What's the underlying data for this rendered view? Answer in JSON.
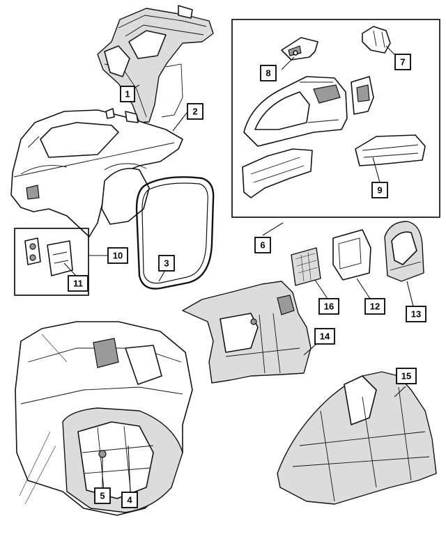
{
  "callouts": {
    "c1": "1",
    "c2": "2",
    "c3": "3",
    "c4": "4",
    "c5": "5",
    "c6": "6",
    "c7": "7",
    "c8": "8",
    "c9": "9",
    "c10": "10",
    "c11": "11",
    "c12": "12",
    "c13": "13",
    "c14": "14",
    "c15": "15",
    "c16": "16"
  },
  "colors": {
    "line": "#111111",
    "fill_light": "#dcdcdc",
    "fill_dark": "#9a9a9a",
    "background": "#ffffff"
  }
}
